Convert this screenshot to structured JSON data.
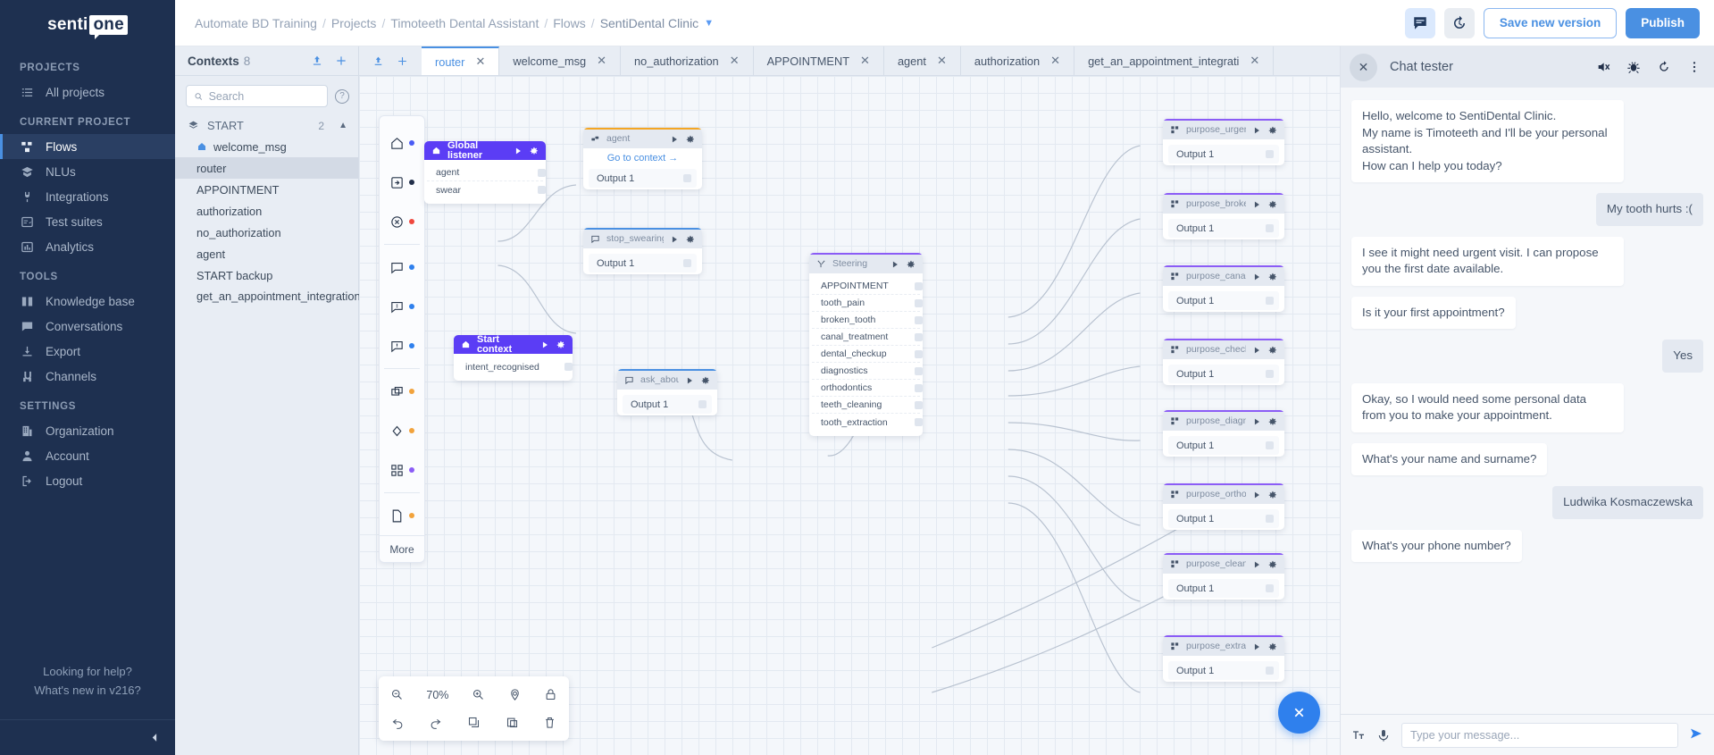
{
  "sidebar": {
    "logo": {
      "a": "senti",
      "b": "one"
    },
    "sections": [
      {
        "title": "PROJECTS",
        "items": [
          {
            "label": "All projects",
            "icon": "list-icon",
            "active": false
          }
        ]
      },
      {
        "title": "CURRENT PROJECT",
        "items": [
          {
            "label": "Flows",
            "icon": "flows-icon",
            "active": true
          },
          {
            "label": "NLUs",
            "icon": "nlu-icon",
            "active": false
          },
          {
            "label": "Integrations",
            "icon": "plug-icon",
            "active": false
          },
          {
            "label": "Test suites",
            "icon": "test-icon",
            "active": false
          },
          {
            "label": "Analytics",
            "icon": "analytics-icon",
            "active": false
          }
        ]
      },
      {
        "title": "TOOLS",
        "items": [
          {
            "label": "Knowledge base",
            "icon": "book-icon",
            "active": false
          },
          {
            "label": "Conversations",
            "icon": "chat-icon",
            "active": false
          },
          {
            "label": "Export",
            "icon": "download-icon",
            "active": false
          },
          {
            "label": "Channels",
            "icon": "channels-icon",
            "active": false
          }
        ]
      },
      {
        "title": "SETTINGS",
        "items": [
          {
            "label": "Organization",
            "icon": "building-icon",
            "active": false
          },
          {
            "label": "Account",
            "icon": "user-icon",
            "active": false
          },
          {
            "label": "Logout",
            "icon": "logout-icon",
            "active": false
          }
        ]
      }
    ],
    "help_line1": "Looking for help?",
    "help_line2": "What's new in v216?"
  },
  "topbar": {
    "breadcrumb": [
      "Automate BD Training",
      "Projects",
      "Timoteeth Dental Assistant",
      "Flows",
      "SentiDental Clinic"
    ],
    "save_label": "Save new version",
    "publish_label": "Publish"
  },
  "contexts": {
    "title": "Contexts",
    "count": "8",
    "search_placeholder": "Search",
    "group": {
      "label": "START",
      "count": "2"
    },
    "items": [
      {
        "label": "welcome_msg",
        "home": true,
        "selected": false
      },
      {
        "label": "router",
        "home": false,
        "selected": true
      },
      {
        "label": "APPOINTMENT",
        "home": false,
        "selected": false
      },
      {
        "label": "authorization",
        "home": false,
        "selected": false
      },
      {
        "label": "no_authorization",
        "home": false,
        "selected": false
      },
      {
        "label": "agent",
        "home": false,
        "selected": false
      },
      {
        "label": "START backup",
        "home": false,
        "selected": false
      },
      {
        "label": "get_an_appointment_integration",
        "home": false,
        "selected": false
      }
    ]
  },
  "tabs": [
    {
      "label": "router",
      "active": true
    },
    {
      "label": "welcome_msg",
      "active": false
    },
    {
      "label": "no_authorization",
      "active": false
    },
    {
      "label": "APPOINTMENT",
      "active": false
    },
    {
      "label": "agent",
      "active": false
    },
    {
      "label": "authorization",
      "active": false
    },
    {
      "label": "get_an_appointment_integrati",
      "active": false
    }
  ],
  "palette": {
    "more_label": "More",
    "items": [
      {
        "name": "home-node-icon",
        "dot": "#4a5cf5"
      },
      {
        "name": "enter-node-icon",
        "dot": "#22304a"
      },
      {
        "name": "cancel-node-icon",
        "dot": "#f0483e"
      },
      {
        "name": "message-node-icon",
        "dot": "#2f80ed"
      },
      {
        "name": "question-node-icon",
        "dot": "#2f80ed"
      },
      {
        "name": "alert-node-icon",
        "dot": "#2f80ed"
      },
      {
        "name": "duplicate-node-icon",
        "dot": "#f2a33c"
      },
      {
        "name": "steering-node-icon",
        "dot": "#f2a33c"
      },
      {
        "name": "grid-node-icon",
        "dot": "#8b5cf6"
      },
      {
        "name": "file-node-icon",
        "dot": "#f2a33c"
      }
    ]
  },
  "canvas": {
    "zoom": "70%",
    "nodes": {
      "global_listener": {
        "title": "Global listener",
        "rows": [
          "agent",
          "swear"
        ]
      },
      "agent": {
        "title": "agent",
        "goto": "Go to context",
        "out": "Output 1"
      },
      "stop_swearing": {
        "title": "stop_swearing_pls",
        "out": "Output 1"
      },
      "start_context": {
        "title": "Start context",
        "rows": [
          "intent_recognised"
        ]
      },
      "ask_about_purpose": {
        "title": "ask_about_purpose",
        "out": "Output 1"
      },
      "steering": {
        "title": "Steering",
        "rows": [
          "APPOINTMENT",
          "tooth_pain",
          "broken_tooth",
          "canal_treatment",
          "dental_checkup",
          "diagnostics",
          "orthodontics",
          "teeth_cleaning",
          "tooth_extraction"
        ]
      },
      "purposes": [
        {
          "title": "purpose_urgent",
          "out": "Output 1"
        },
        {
          "title": "purpose_broken",
          "out": "Output 1"
        },
        {
          "title": "purpose_canal",
          "out": "Output 1"
        },
        {
          "title": "purpose_checkup",
          "out": "Output 1"
        },
        {
          "title": "purpose_diagnostics",
          "out": "Output 1"
        },
        {
          "title": "purpose_orthodontics",
          "out": "Output 1"
        },
        {
          "title": "purpose_cleaning",
          "out": "Output 1"
        },
        {
          "title": "purpose_extraction",
          "out": "Output 1"
        }
      ]
    }
  },
  "chat": {
    "title": "Chat tester",
    "input_placeholder": "Type your message...",
    "messages": [
      {
        "from": "bot",
        "text": "Hello, welcome to SentiDental Clinic.\nMy name is Timoteeth and I'll be your personal assistant.\nHow can I help you today?"
      },
      {
        "from": "user",
        "text": "My tooth hurts :("
      },
      {
        "from": "bot",
        "text": "I see it might need urgent visit. I can propose you the first date available."
      },
      {
        "from": "bot",
        "text": "Is it your first appointment?"
      },
      {
        "from": "user",
        "text": "Yes"
      },
      {
        "from": "bot",
        "text": "Okay, so I would need some personal data from you to make your appointment."
      },
      {
        "from": "bot",
        "text": "What's your name and surname?"
      },
      {
        "from": "user",
        "text": "Ludwika Kosmaczewska"
      },
      {
        "from": "bot",
        "text": "What's your phone number?"
      }
    ]
  },
  "colors": {
    "accent": "#4a90e2",
    "sidebar": "#1e3050",
    "purple": "#5b3df5",
    "node_purple_bar": "#8b5cf6",
    "node_orange_bar": "#f5a623",
    "node_blue_bar": "#4a90e2"
  }
}
